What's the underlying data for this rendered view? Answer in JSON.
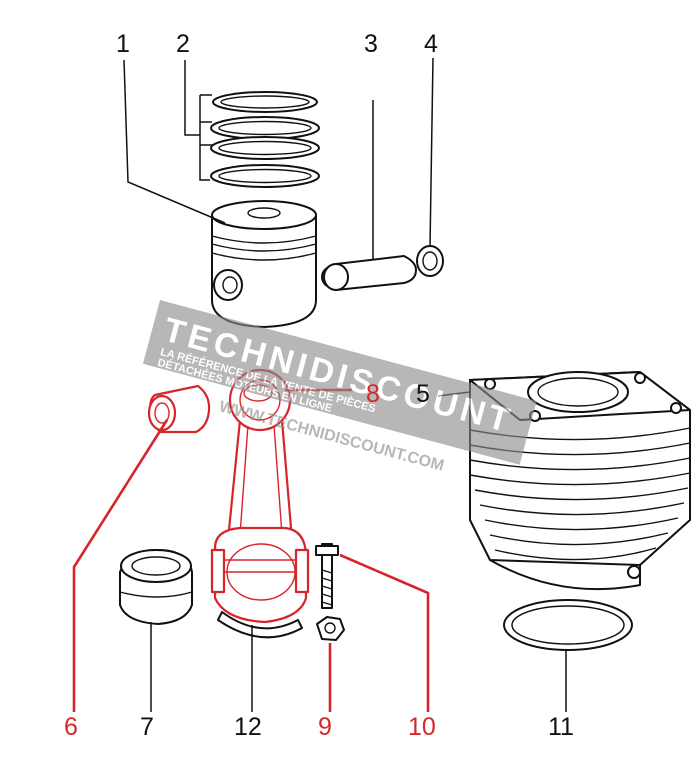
{
  "labels": {
    "l1": "1",
    "l2": "2",
    "l3": "3",
    "l4": "4",
    "l5": "5",
    "l6": "6",
    "l7": "7",
    "l8": "8",
    "l9": "9",
    "l10": "10",
    "l11": "11",
    "l12": "12"
  },
  "watermark": {
    "brand": "TECHNIDISCOUNT",
    "line1": "LA RÉFÉRENCE DE LA VENTE DE PIÈCES",
    "line2": "DÉTACHÉES MOTEURS EN LIGNE",
    "url": "WWW.TECHNIDISCOUNT.COM"
  },
  "colors": {
    "highlight": "#d7262b",
    "ink": "#111111",
    "watermark": "#8c8c8c"
  }
}
